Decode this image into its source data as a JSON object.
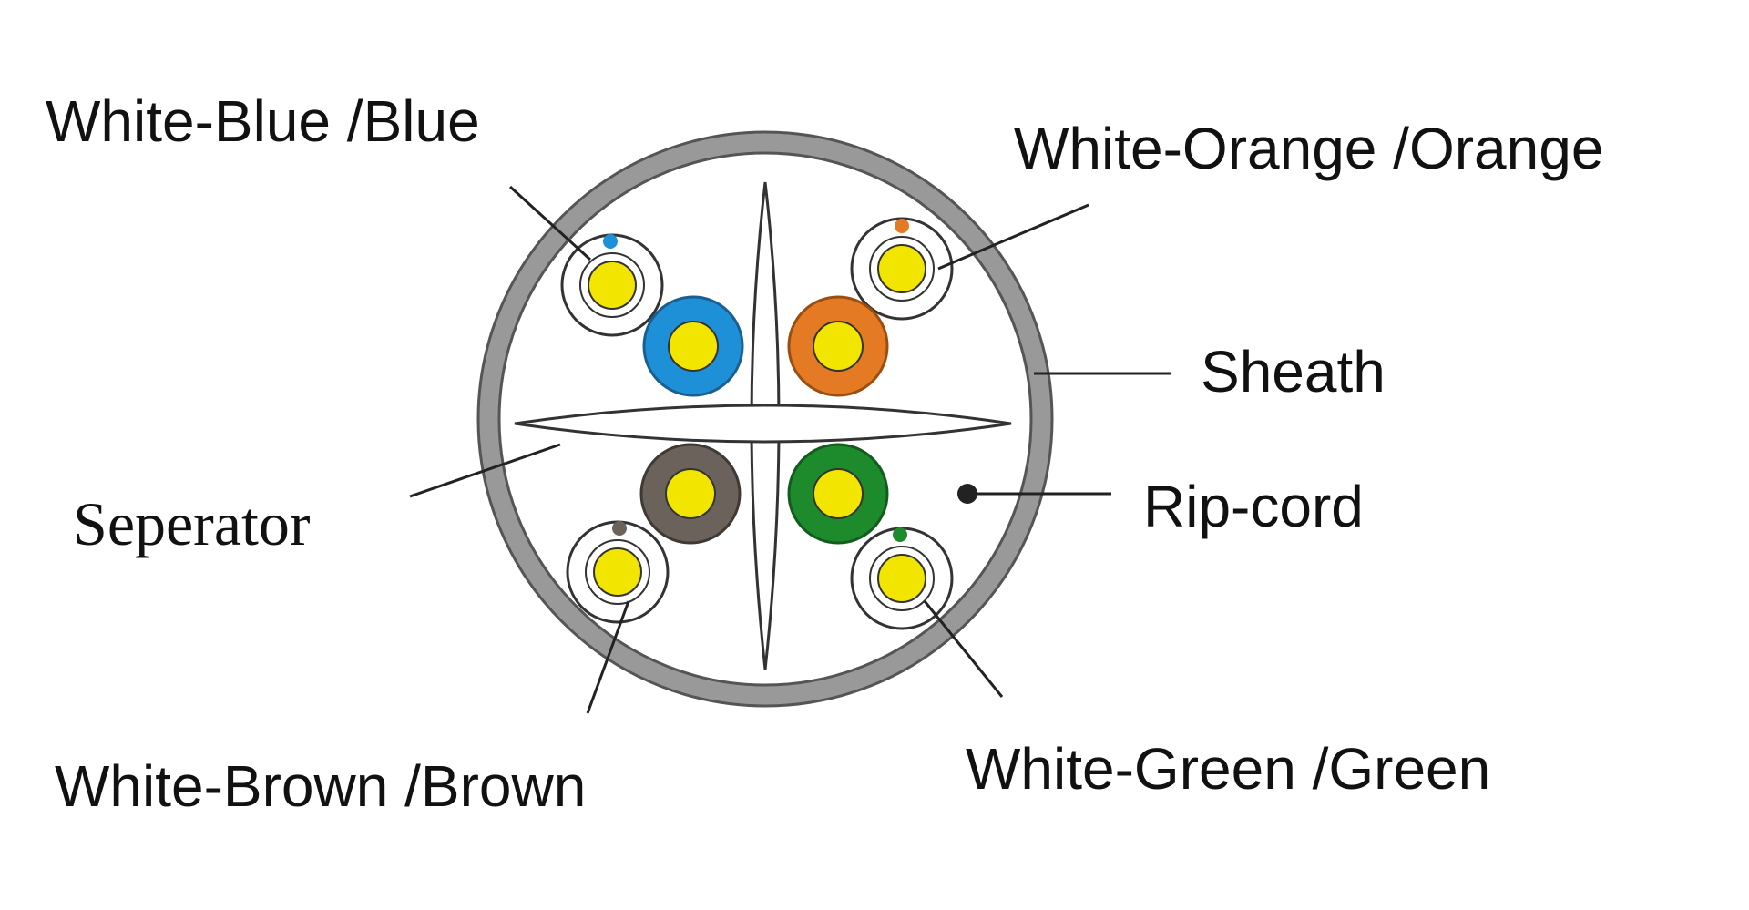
{
  "labels": {
    "white_blue": "White-Blue /Blue",
    "white_orange": "White-Orange /Orange",
    "sheath": "Sheath",
    "separator": "Seperator",
    "rip_cord": "Rip-cord",
    "white_brown": "White-Brown /Brown",
    "white_green": "White-Green /Green"
  },
  "colors": {
    "sheath": "#999999",
    "conductor": "#f2e500",
    "blue": "#1e90d8",
    "orange": "#e57a24",
    "brown": "#6b625b",
    "green": "#1d8a2c",
    "white_insulation": "#ffffff",
    "separator": "#ffffff",
    "rip_cord": "#222222"
  }
}
